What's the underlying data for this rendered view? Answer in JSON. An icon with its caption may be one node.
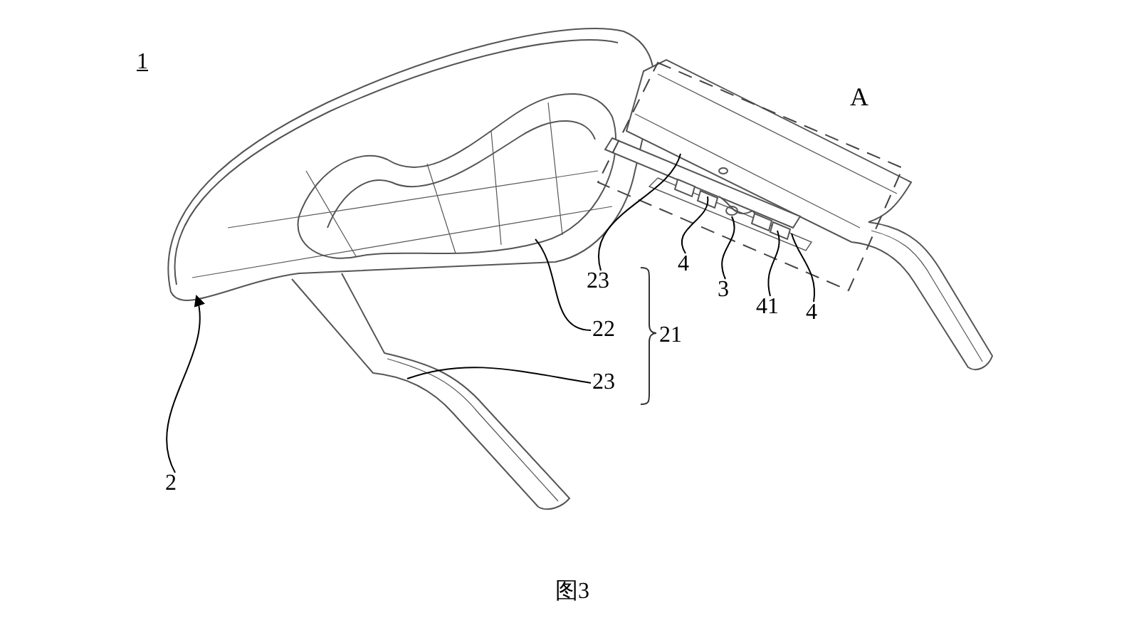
{
  "diagram": {
    "caption": "图3",
    "nodes": [
      {
        "text": [
          "2"
        ]
      },
      {
        "text": [
          "23"
        ]
      },
      {
        "text": [
          "22"
        ]
      },
      {
        "text": [
          "23"
        ]
      },
      {
        "text": [
          "4"
        ]
      },
      {
        "text": [
          "3"
        ]
      },
      {
        "text": [
          "41"
        ]
      },
      {
        "text": [
          "4"
        ]
      }
    ],
    "edges": [
      {
        "from": 0,
        "to": null,
        "arrow": "to"
      },
      {
        "from": 1,
        "to": null,
        "arrow": "none"
      },
      {
        "from": 2,
        "to": null,
        "arrow": "none"
      },
      {
        "from": 3,
        "to": null,
        "arrow": "none"
      },
      {
        "from": 4,
        "to": null,
        "arrow": "none"
      },
      {
        "from": 5,
        "to": null,
        "arrow": "none"
      },
      {
        "from": 6,
        "to": null,
        "arrow": "none"
      },
      {
        "from": 7,
        "to": null,
        "arrow": "none"
      }
    ],
    "labels": [
      "1",
      "A",
      "21"
    ]
  }
}
